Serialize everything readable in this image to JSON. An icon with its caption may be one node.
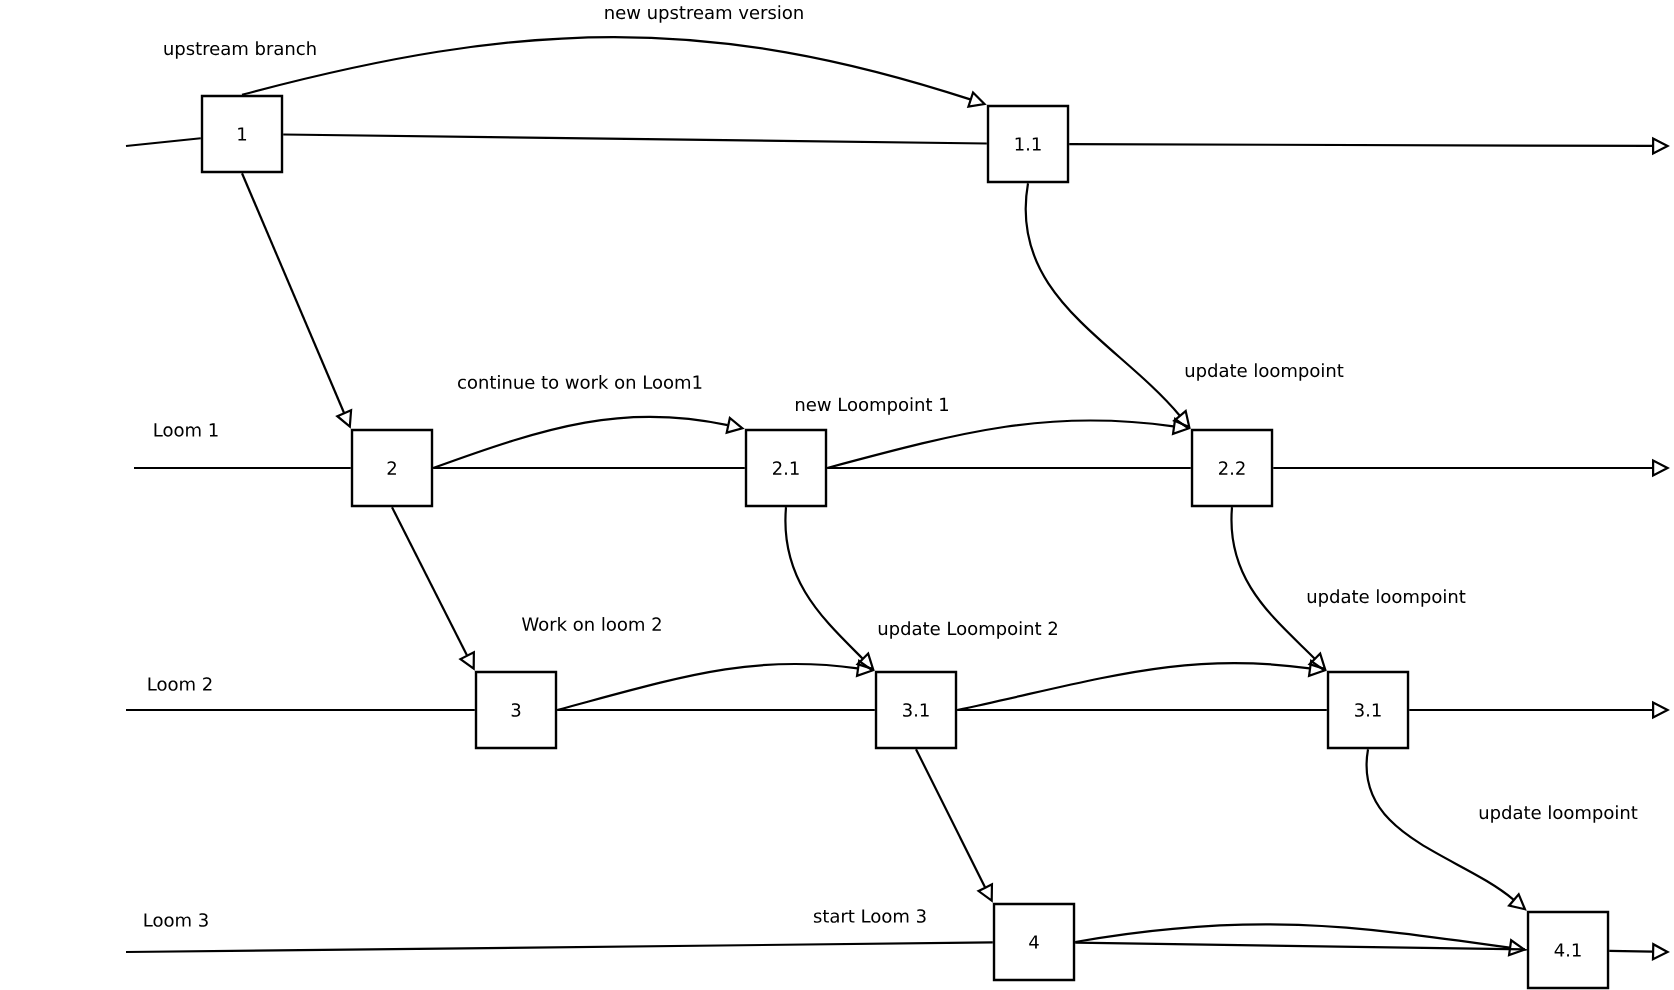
{
  "diagram": {
    "nodes": [
      {
        "text": [
          "1"
        ]
      },
      {
        "text": [
          "1.1"
        ]
      },
      {
        "text": [
          "2"
        ]
      },
      {
        "text": [
          "2.1"
        ]
      },
      {
        "text": [
          "2.2"
        ]
      },
      {
        "text": [
          "3"
        ]
      },
      {
        "text": [
          "3.1"
        ]
      },
      {
        "text": [
          "3.1"
        ]
      },
      {
        "text": [
          "4"
        ]
      },
      {
        "text": [
          "4.1"
        ]
      }
    ],
    "edges": [
      {
        "from": null,
        "to": 0,
        "arrow": "none"
      },
      {
        "from": 0,
        "to": 1,
        "arrow": "none"
      },
      {
        "from": 1,
        "to": null,
        "arrow": "to"
      },
      {
        "from": null,
        "to": 2,
        "arrow": "none"
      },
      {
        "from": 2,
        "to": 3,
        "arrow": "none"
      },
      {
        "from": 3,
        "to": 4,
        "arrow": "none"
      },
      {
        "from": 4,
        "to": null,
        "arrow": "to"
      },
      {
        "from": null,
        "to": 5,
        "arrow": "none"
      },
      {
        "from": 5,
        "to": 6,
        "arrow": "none"
      },
      {
        "from": 6,
        "to": 7,
        "arrow": "none"
      },
      {
        "from": 7,
        "to": null,
        "arrow": "to"
      },
      {
        "from": null,
        "to": 8,
        "arrow": "none"
      },
      {
        "from": 8,
        "to": 9,
        "arrow": "none"
      },
      {
        "from": 9,
        "to": null,
        "arrow": "to"
      },
      {
        "from": 0,
        "to": 1,
        "arrow": "to"
      },
      {
        "from": 0,
        "to": 2,
        "arrow": "to"
      },
      {
        "from": 2,
        "to": 3,
        "arrow": "to"
      },
      {
        "from": 3,
        "to": 4,
        "arrow": "to"
      },
      {
        "from": 1,
        "to": 4,
        "arrow": "to"
      },
      {
        "from": 2,
        "to": 5,
        "arrow": "to"
      },
      {
        "from": 3,
        "to": 6,
        "arrow": "to"
      },
      {
        "from": 5,
        "to": 6,
        "arrow": "to"
      },
      {
        "from": 4,
        "to": 7,
        "arrow": "to"
      },
      {
        "from": 6,
        "to": 7,
        "arrow": "to"
      },
      {
        "from": 6,
        "to": 8,
        "arrow": "to"
      },
      {
        "from": 7,
        "to": 9,
        "arrow": "to"
      },
      {
        "from": 8,
        "to": 9,
        "arrow": "to"
      }
    ],
    "labels": [
      "new upstream version",
      "upstream branch",
      "continue to work on Loom1",
      "new Loompoint 1",
      "update loompoint",
      "Loom 1",
      "Work on loom 2",
      "update Loompoint 2",
      "update loompoint",
      "Loom 2",
      "update loompoint",
      "start Loom 3",
      "Loom 3"
    ]
  }
}
